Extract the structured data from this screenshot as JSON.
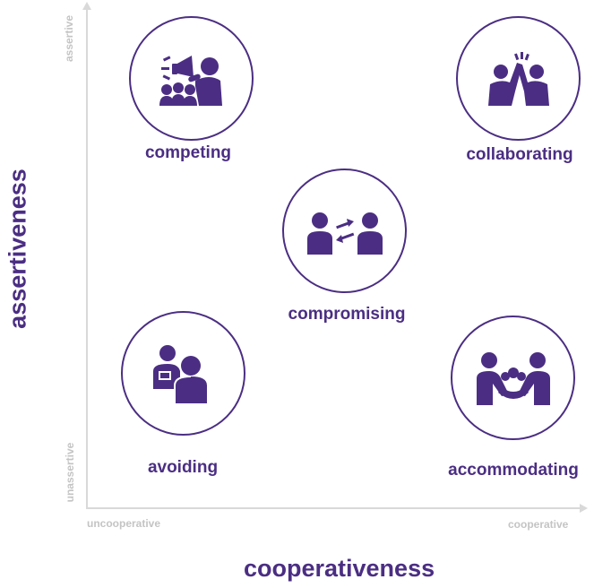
{
  "axes": {
    "y_title": "assertiveness",
    "x_title": "cooperativeness",
    "y_high": "assertive",
    "y_low": "unassertive",
    "x_low": "uncooperative",
    "x_high": "cooperative"
  },
  "styles": {
    "competing": {
      "label": "competing",
      "icon": "megaphone-speaker-icon"
    },
    "collaborating": {
      "label": "collaborating",
      "icon": "high-five-icon"
    },
    "compromising": {
      "label": "compromising",
      "icon": "exchange-icon"
    },
    "avoiding": {
      "label": "avoiding",
      "icon": "avoiding-people-icon"
    },
    "accommodating": {
      "label": "accommodating",
      "icon": "hands-embrace-icon"
    }
  },
  "colors": {
    "accent": "#4b2e83",
    "axis": "#d9d9d9",
    "tick_text": "#c4c4c4"
  }
}
